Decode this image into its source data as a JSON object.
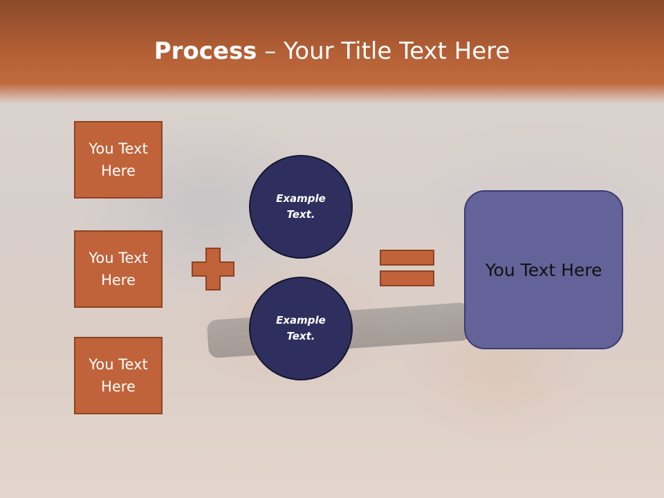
{
  "title": {
    "bold": "Process",
    "rest": " – Your Title Text Here"
  },
  "left_boxes": [
    "You Text Here",
    "You Text Here",
    "You Text Here"
  ],
  "circles": [
    "Example Text.",
    "Example Text."
  ],
  "result_box": "You Text Here",
  "colors": {
    "header": "#b35f35",
    "box_fill": "#c0633a",
    "circle_fill": "#2f2f5f",
    "result_fill": "#636399",
    "operator_fill": "#c0633a"
  },
  "icons": {
    "plus": "plus-icon",
    "equals": "equals-icon"
  }
}
